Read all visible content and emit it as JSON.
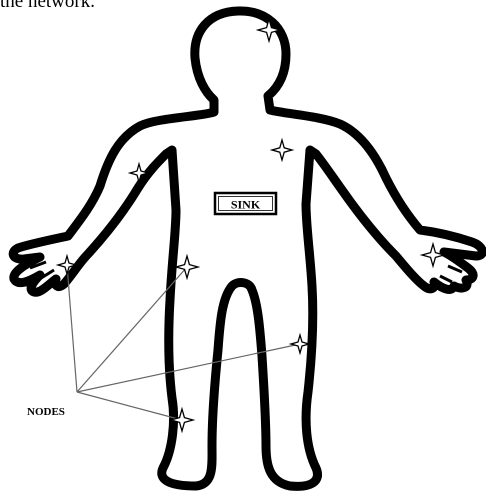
{
  "caption": {
    "text": "the network."
  },
  "labels": {
    "sink": "SINK",
    "nodes": "NODES"
  },
  "nodes": [
    {
      "name": "head-node",
      "icon": "four-point-star-icon"
    },
    {
      "name": "chest-node",
      "icon": "four-point-star-icon"
    },
    {
      "name": "right-arm-node",
      "icon": "four-point-star-icon"
    },
    {
      "name": "right-hand-node",
      "icon": "four-point-star-icon"
    },
    {
      "name": "left-hand-node",
      "icon": "four-point-star-icon"
    },
    {
      "name": "hip-node",
      "icon": "four-point-star-icon"
    },
    {
      "name": "left-thigh-node",
      "icon": "four-point-star-icon"
    },
    {
      "name": "right-knee-node",
      "icon": "four-point-star-icon"
    }
  ],
  "colors": {
    "outline": "#000000",
    "background": "#ffffff"
  }
}
